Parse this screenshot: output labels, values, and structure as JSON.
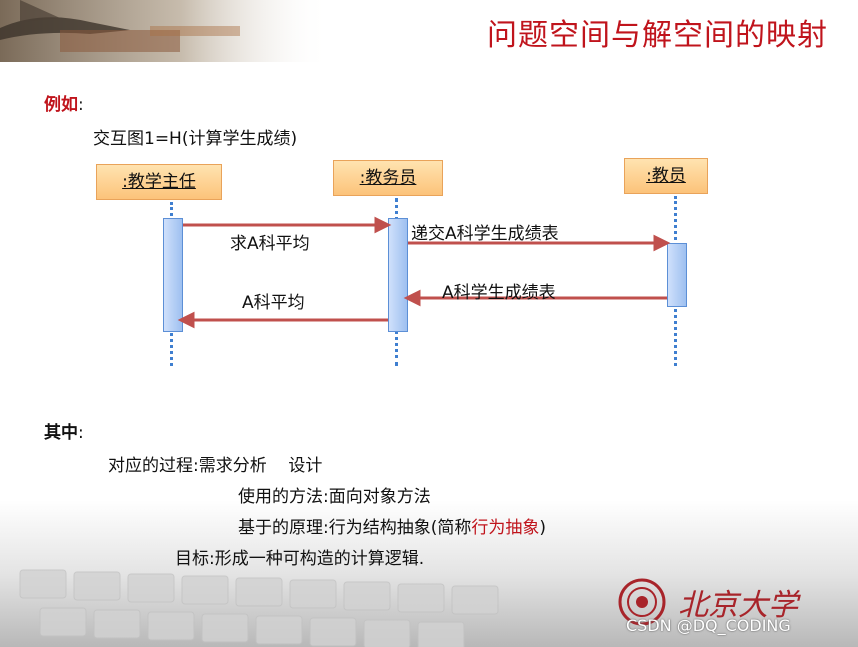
{
  "title": "问题空间与解空间的映射",
  "example": {
    "label": "例如",
    "colon": ":"
  },
  "diagram_name": "交互图1=H(计算学生成绩)",
  "actors": [
    {
      "label": ":教学主任"
    },
    {
      "label": ":教务员"
    },
    {
      "label": ":教员"
    }
  ],
  "messages": [
    {
      "label": "求A科平均"
    },
    {
      "label": "递交A科学生成绩表"
    },
    {
      "label": "A科学生成绩表"
    },
    {
      "label": "A科平均"
    }
  ],
  "details": {
    "heading": "其中",
    "colon": ":",
    "process": "对应的过程:需求分析    设计",
    "method": "使用的方法:面向对象方法",
    "principle_prefix": "基于的原理:行为结构抽象(简称",
    "principle_highlight": "行为抽象",
    "principle_suffix": ")",
    "goal": "目标:形成一种可构造的计算逻辑."
  },
  "logo": {
    "text": "北京大学"
  },
  "watermark": "CSDN @DQ_CODING",
  "colors": {
    "title": "#c0141c",
    "arrow": "#c0504d",
    "actor_fill": "#fcc37a",
    "lifeline": "#3f7fd0"
  }
}
